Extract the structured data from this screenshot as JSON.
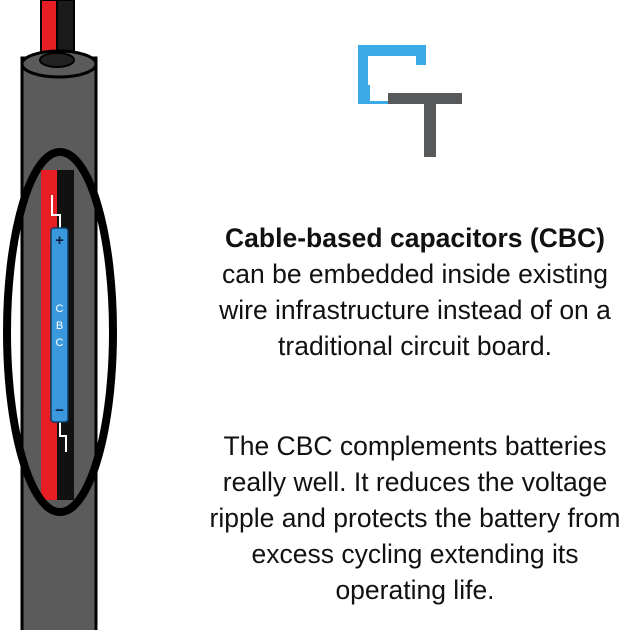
{
  "logo": {
    "name": "CT",
    "top_color": "#3aa9e6",
    "bottom_color": "#58595b"
  },
  "illustration": {
    "capacitor_label": "CBC",
    "plus_sign": "+",
    "minus_sign": "−",
    "sheath_color": "#5b5b5b",
    "red_wire_color": "#e81e25",
    "black_wire_color": "#111111",
    "capacitor_color": "#3a99dc"
  },
  "text": {
    "headline": "Cable-based capacitors (CBC)",
    "paragraph1": "can be embedded inside existing wire infrastructure instead of on a traditional circuit board.",
    "paragraph2": "The CBC complements batteries really well. It reduces the voltage ripple and protects the battery from excess cycling extending its operating life."
  }
}
